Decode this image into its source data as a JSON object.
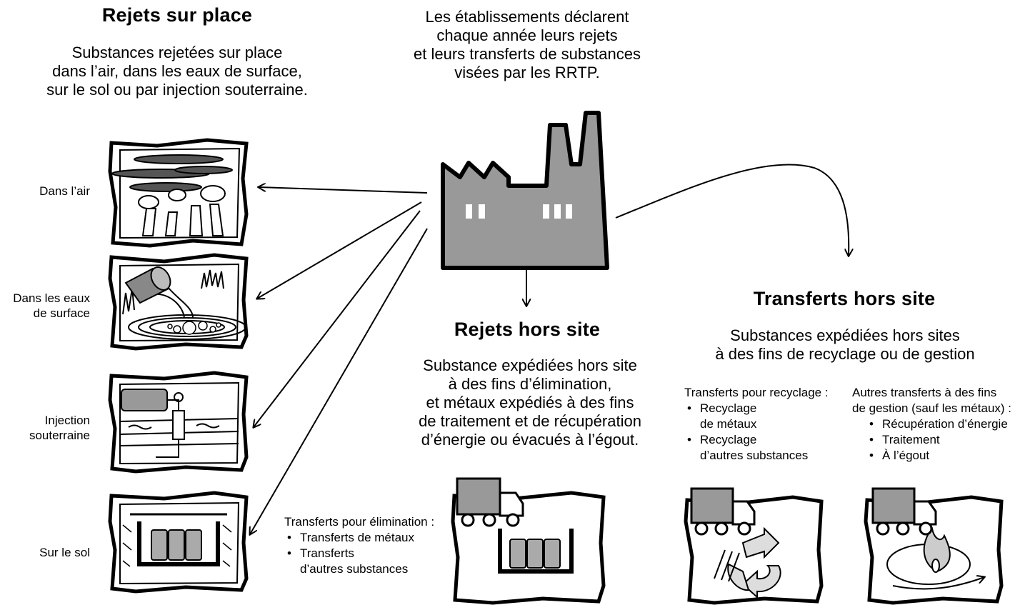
{
  "onsite": {
    "title": "Rejets sur place",
    "desc": [
      "Substances rejetées sur place",
      "dans l’air, dans les eaux de surface,",
      "sur le sol ou par injection souterraine."
    ],
    "labels": {
      "air": [
        "Dans l’air"
      ],
      "water": [
        "Dans les eaux",
        "de surface"
      ],
      "injection": [
        "Injection",
        "souterraine"
      ],
      "soil": [
        "Sur le sol"
      ]
    }
  },
  "facility": {
    "desc": [
      "Les établissements déclarent",
      "chaque année leurs rejets",
      "et leurs transferts de substances",
      "visées par les RRTP."
    ]
  },
  "offsite_releases": {
    "title": "Rejets hors site",
    "desc": [
      "Substance expédiées hors site",
      "à des fins d’élimination,",
      "et métaux expédiés à des fins",
      "de traitement et de récupération",
      "d’énergie ou évacués à l’égout."
    ],
    "disposal": {
      "heading": "Transferts pour élimination :",
      "items": [
        [
          "Transferts de métaux"
        ],
        [
          "Transferts",
          "d’autres substances"
        ]
      ]
    }
  },
  "offsite_transfers": {
    "title": "Transferts hors site",
    "desc": [
      "Substances expédiées hors sites",
      "à des fins de recyclage ou de gestion"
    ],
    "recycling": {
      "heading": "Transferts pour recyclage :",
      "items": [
        [
          "Recyclage",
          "de métaux"
        ],
        [
          "Recyclage",
          "d’autres substances"
        ]
      ]
    },
    "management": {
      "heading": [
        "Autres transferts à des fins",
        "de gestion (sauf les métaux) :"
      ],
      "items": [
        [
          "Récupération d’énergie"
        ],
        [
          "Traitement"
        ],
        [
          "À l’égout"
        ]
      ]
    }
  }
}
